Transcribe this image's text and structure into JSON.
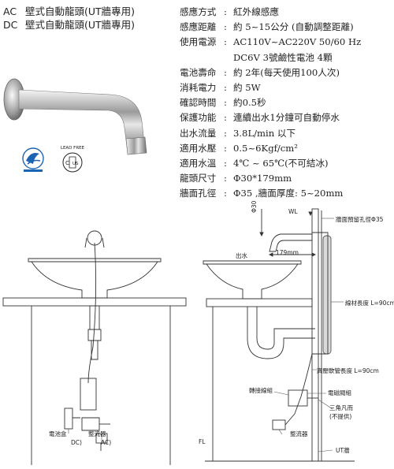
{
  "titles": [
    {
      "prefix": "AC",
      "text": "壁式自動龍頭(UT牆專用)"
    },
    {
      "prefix": "DC",
      "text": "壁式自動龍頭(UT牆專用)"
    }
  ],
  "specs": [
    {
      "key": "感應方式",
      "value": "紅外線感應"
    },
    {
      "key": "感應距離",
      "value": "約 5~15公分 (自動調整距離)"
    },
    {
      "key": "使用電源",
      "value": "AC110V~AC220V 50/60 Hz"
    },
    {
      "key": "",
      "value": "DC6V 3號鹼性電池 4顆"
    },
    {
      "key": "電池壽命",
      "value": "約 2年(每天使用100人次)"
    },
    {
      "key": "消耗電力",
      "value": "約 5W"
    },
    {
      "key": "確認時間",
      "value": "約0.5秒"
    },
    {
      "key": "保護功能",
      "value": "連續出水1分鐘可自動停水"
    },
    {
      "key": "出水流量",
      "value": "3.8L/min 以下"
    },
    {
      "key": "適用水壓",
      "value": "0.5~6Kgf/cm²"
    },
    {
      "key": "適用水溫",
      "value": "4℃ ~ 65℃(不可結冰)"
    },
    {
      "key": "龍頭尺寸",
      "value": "Φ30*179mm"
    },
    {
      "key": "牆面孔徑",
      "value": "Φ35 ,牆面厚度: 5~20mm"
    }
  ],
  "badges": {
    "lead_free": "LEAD FREE",
    "cert_left": "C",
    "cert_right": "US"
  },
  "diagram_left": {
    "battery_box": "電池盒",
    "battery_box_code": "DC",
    "rectifier": "整流器",
    "rectifier_code": "AC"
  },
  "diagram_right": {
    "wl": "WL",
    "phi30": "Φ30",
    "dim_179": "179mm",
    "outlet": "出水",
    "wall_hole": "牆面預留孔徑Φ35",
    "wire_length": "線材長度 L=90cm",
    "hose_length": "高壓軟管長度 L=90cm",
    "adapter": "轉接線組",
    "solenoid": "電磁閥組",
    "angle_valve": "三角凡而",
    "angle_valve_note": "(不提供)",
    "rectifier": "整流器",
    "fl": "FL",
    "ut_wall": "UT牆"
  },
  "colors": {
    "line": "#333333",
    "leader": "#555555",
    "badge_blue": "#1a64b4",
    "wire_fill": "#d9d9d9"
  }
}
